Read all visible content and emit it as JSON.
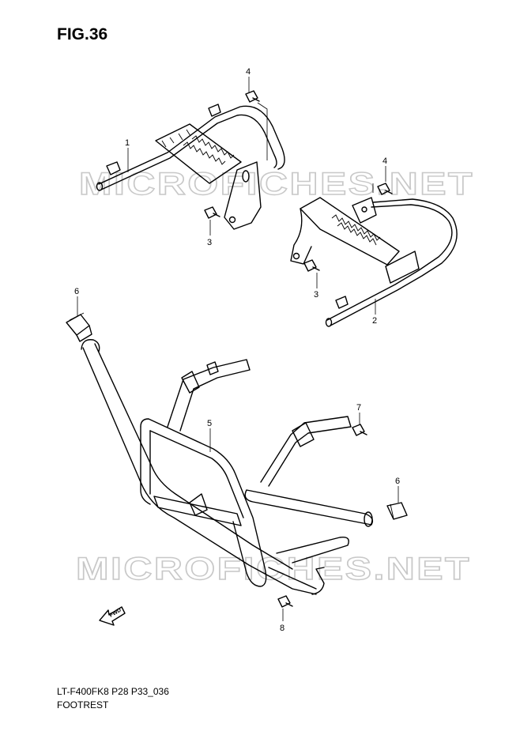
{
  "figure": {
    "title": "FIG.36"
  },
  "watermarks": [
    "MICROFICHES.NET",
    "MICROFICHES.NET"
  ],
  "direction_marker": "FWD",
  "callouts": [
    {
      "id": "c1",
      "label": "1"
    },
    {
      "id": "c2",
      "label": "2"
    },
    {
      "id": "c3a",
      "label": "3"
    },
    {
      "id": "c3b",
      "label": "3"
    },
    {
      "id": "c4a",
      "label": "4"
    },
    {
      "id": "c4b",
      "label": "4"
    },
    {
      "id": "c5",
      "label": "5"
    },
    {
      "id": "c6a",
      "label": "6"
    },
    {
      "id": "c6b",
      "label": "6"
    },
    {
      "id": "c7",
      "label": "7"
    },
    {
      "id": "c8",
      "label": "8"
    }
  ],
  "footer": {
    "model_code": "LT-F400FK8 P28 P33_036",
    "section_name": "FOOTREST"
  }
}
